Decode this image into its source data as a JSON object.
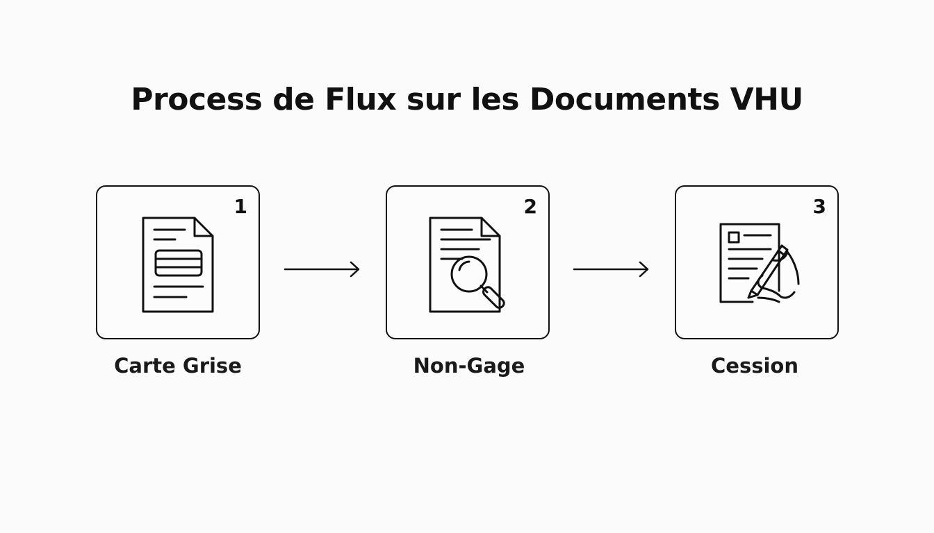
{
  "title": "Process de Flux sur les Documents VHU",
  "steps": [
    {
      "number": "1",
      "label": "Carte Grise",
      "icon": "vehicle-registration-document-icon"
    },
    {
      "number": "2",
      "label": "Non-Gage",
      "icon": "document-search-icon"
    },
    {
      "number": "3",
      "label": "Cession",
      "icon": "document-signing-icon"
    }
  ],
  "colors": {
    "background": "#fbfbfb",
    "stroke": "#111111"
  }
}
